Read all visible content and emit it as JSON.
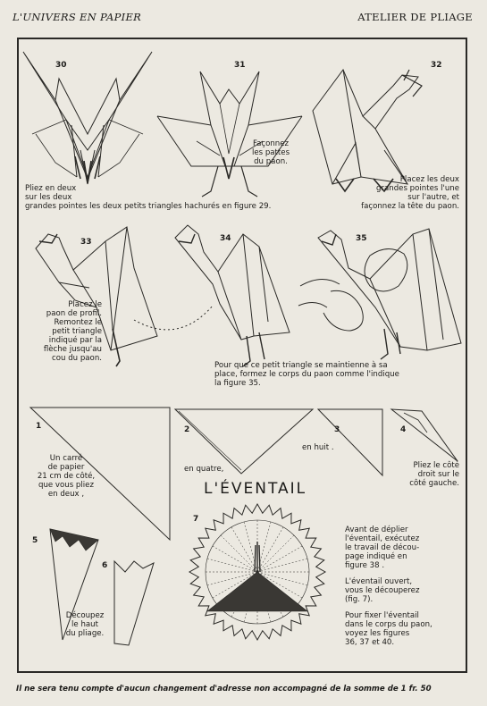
{
  "header": {
    "left": "L'UNIVERS EN PAPIER",
    "right": "ATELIER DE PLIAGE"
  },
  "steps": {
    "s30": "30",
    "s31": "31",
    "s32": "32",
    "s33": "33",
    "s34": "34",
    "s35": "35",
    "e1": "1",
    "e2": "2",
    "e3": "3",
    "e4": "4",
    "e5": "5",
    "e6": "6",
    "e7": "7"
  },
  "captions": {
    "c31": "Façonnez\nles pattes\ndu paon.",
    "c30": "Pliez en deux\nsur les deux\ngrandes pointes les deux petits triangles hachurés en figure 29.",
    "c32": "Placez les deux\ngrandes pointes l'une\nsur l'autre,     et\nfaçonnez la tête du paon.",
    "c33": "Placez le\npaon de profil.\nRemontez le\npetit triangle\nindiqué par la\nflèche jusqu'au\ncou du paon.",
    "c34": "Pour que ce petit triangle se maintienne à sa\nplace, formez le corps du paon  comme l'indique\nla figure 35.",
    "e1": "Un carré\nde papier\n21 cm de côté,\nque vous pliez\nen deux ,",
    "e2": "en quatre,",
    "e3": "en huit .",
    "e4": "Pliez le côté\ndroit sur le\ncôté gauche.",
    "e5": "Découpez\nle haut\ndu pliage.",
    "e7a": "Avant de déplier\nl'éventail, exécutez\nle travail de décou-\npage indiqué en\nfigure 38 .",
    "e7b": "L'éventail ouvert,\nvous le découperez\n(fig. 7).",
    "e7c": "Pour fixer l'éventail\ndans le corps du paon,\nvoyez les figures\n36, 37 et 40."
  },
  "title": "L'ÉVENTAIL",
  "footer": "Il ne sera tenu compte d'aucun changement d'adresse non accompagné de la somme de 1 fr. 50"
}
